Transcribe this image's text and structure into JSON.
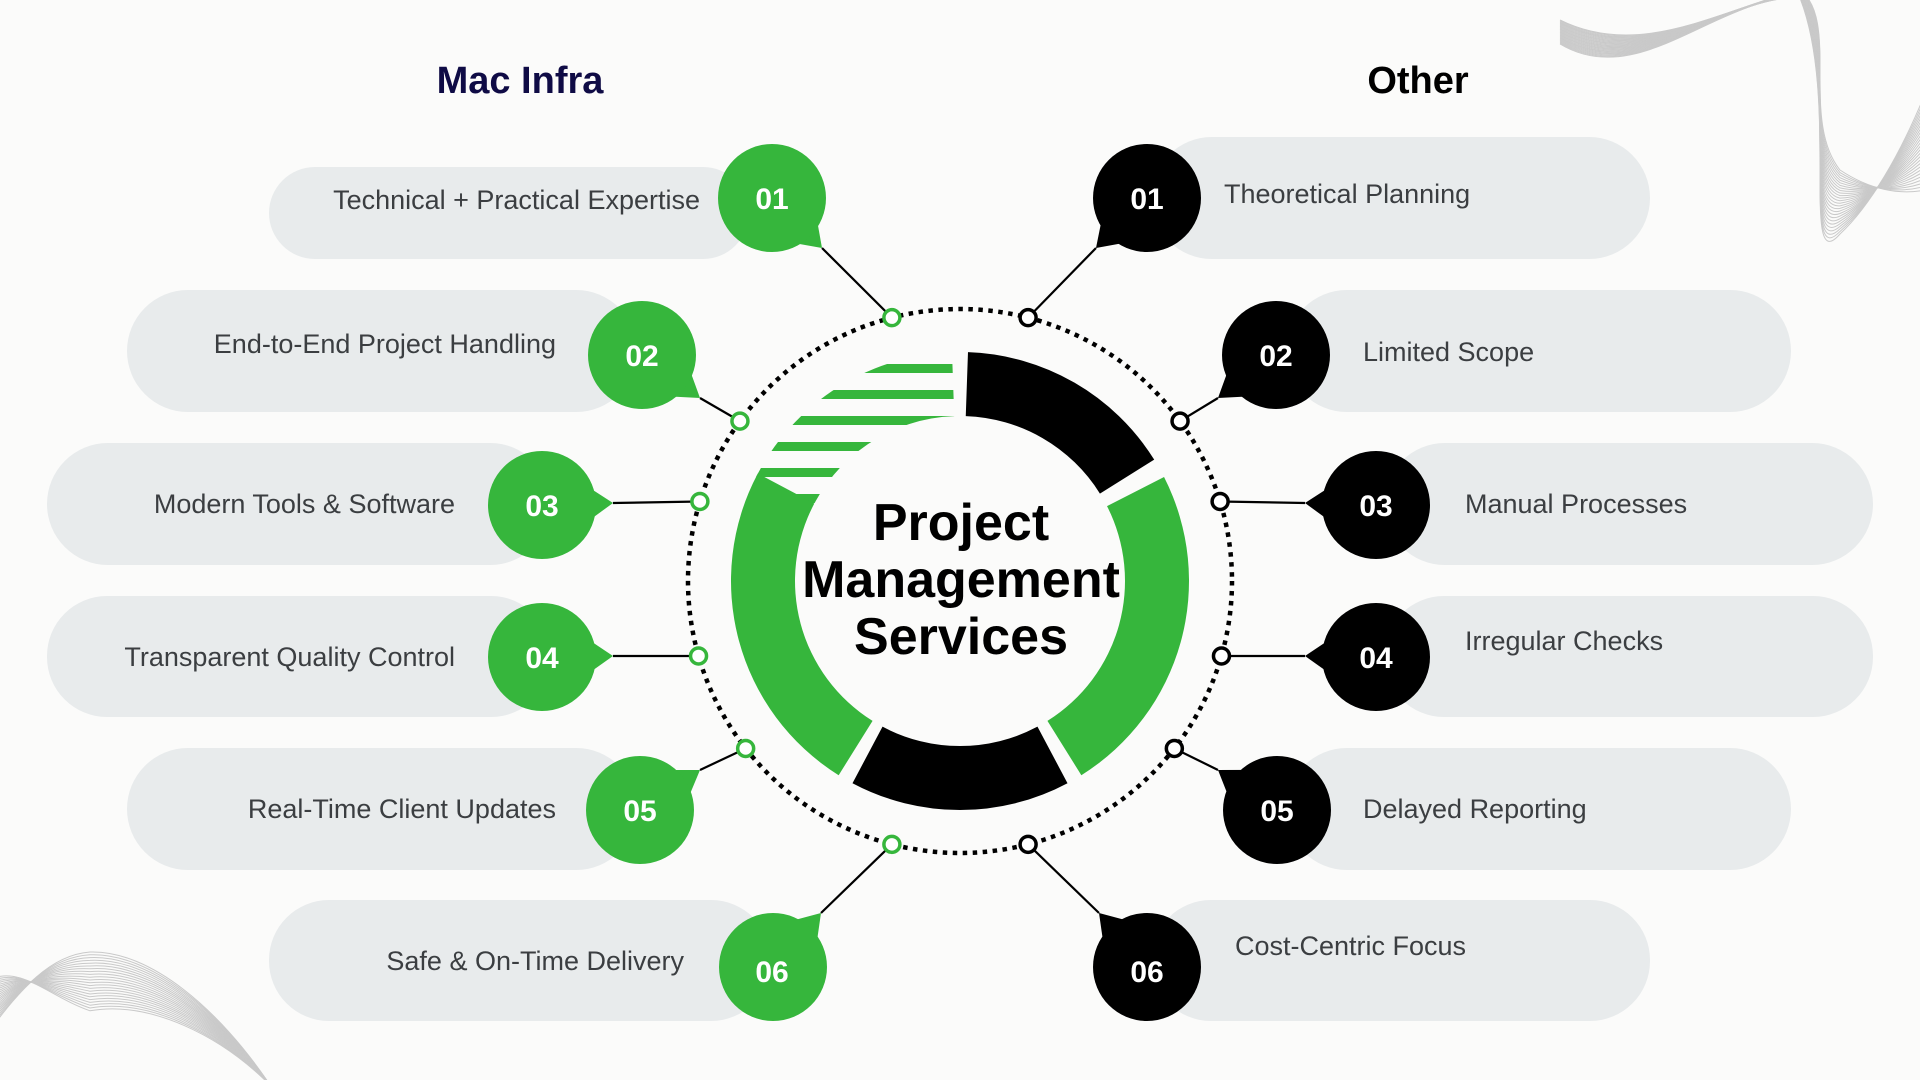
{
  "colors": {
    "green": "#36b63c",
    "black": "#000000",
    "pill": "#e8ebec",
    "title_left": "#0f0b45",
    "title_right": "#000000",
    "text": "#3b3e41",
    "background": "#fbfbfa"
  },
  "center": {
    "lines": [
      "Project",
      "Management",
      "Services"
    ]
  },
  "left_column": {
    "title": "Mac Infra",
    "items": [
      {
        "number": "01",
        "label": "Technical + Practical Expertise"
      },
      {
        "number": "02",
        "label": "End-to-End Project Handling"
      },
      {
        "number": "03",
        "label": "Modern Tools & Software"
      },
      {
        "number": "04",
        "label": "Transparent Quality Control"
      },
      {
        "number": "05",
        "label": "Real-Time Client Updates"
      },
      {
        "number": "06",
        "label": "Safe & On-Time Delivery"
      }
    ]
  },
  "right_column": {
    "title": "Other",
    "items": [
      {
        "number": "01",
        "label": "Theoretical Planning"
      },
      {
        "number": "02",
        "label": "Limited Scope"
      },
      {
        "number": "03",
        "label": "Manual Processes"
      },
      {
        "number": "04",
        "label": "Irregular Checks"
      },
      {
        "number": "05",
        "label": "Delayed Reporting"
      },
      {
        "number": "06",
        "label": "Cost-Centric Focus"
      }
    ]
  }
}
